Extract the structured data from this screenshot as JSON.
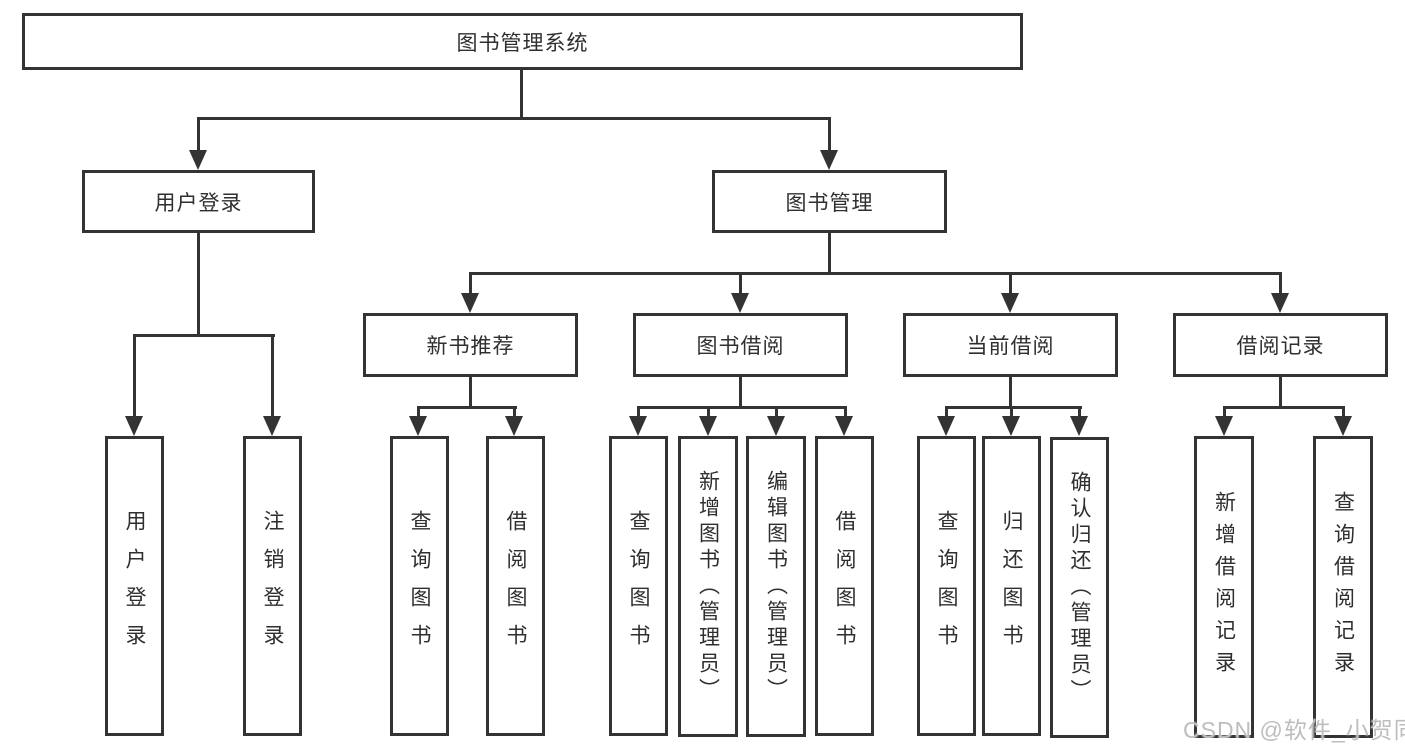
{
  "diagram_type": "hierarchy-tree",
  "colors": {
    "line": "#333333",
    "text": "#2f2f2f",
    "background": "#ffffff",
    "watermark": "#bdbdbd"
  },
  "watermark": {
    "text": "CSDN @软件_小贺同学"
  },
  "tree": {
    "label": "图书管理系统",
    "children": [
      {
        "label": "用户登录",
        "children": [
          {
            "label": "用户登录"
          },
          {
            "label": "注销登录"
          }
        ]
      },
      {
        "label": "图书管理",
        "children": [
          {
            "label": "新书推荐",
            "children": [
              {
                "label": "查询图书"
              },
              {
                "label": "借阅图书"
              }
            ]
          },
          {
            "label": "图书借阅",
            "children": [
              {
                "label": "查询图书"
              },
              {
                "label": "新增图书（管理员）"
              },
              {
                "label": "编辑图书（管理员）"
              },
              {
                "label": "借阅图书"
              }
            ]
          },
          {
            "label": "当前借阅",
            "children": [
              {
                "label": "查询图书"
              },
              {
                "label": "归还图书"
              },
              {
                "label": "确认归还（管理员）"
              }
            ]
          },
          {
            "label": "借阅记录",
            "children": [
              {
                "label": "新增借阅记录"
              },
              {
                "label": "查询借阅记录"
              }
            ]
          }
        ]
      }
    ]
  }
}
